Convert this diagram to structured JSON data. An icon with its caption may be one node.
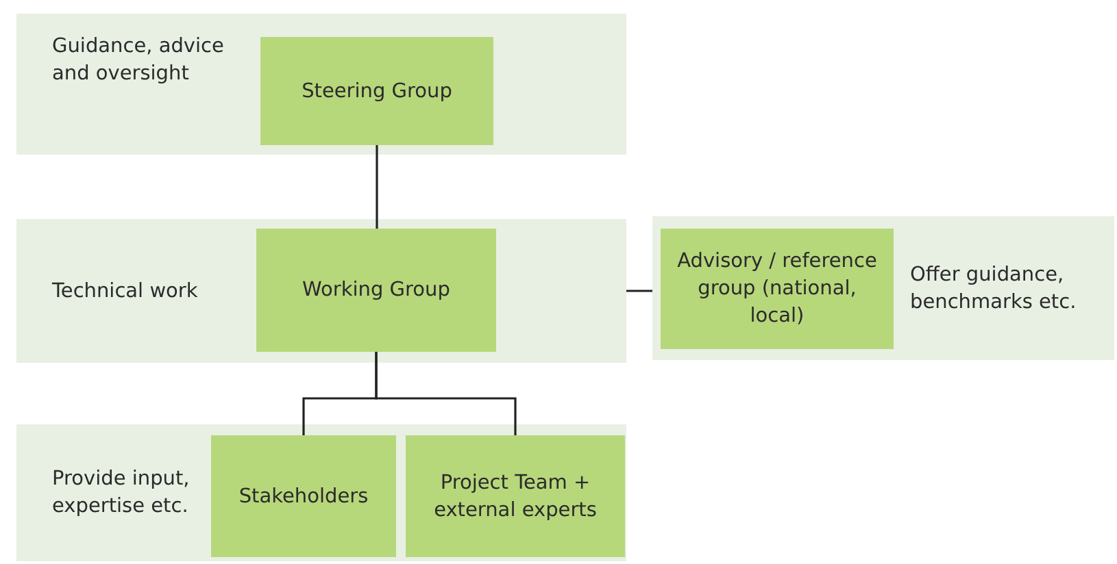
{
  "diagram": {
    "nodes": [
      {
        "text": [
          "Guidance, advice and oversight"
        ]
      },
      {
        "text": [
          "Steering Group"
        ],
        "in": 0
      },
      {
        "text": [
          "Technical work"
        ]
      },
      {
        "text": [
          "Working Group"
        ],
        "in": 2
      },
      {
        "text": [
          "Offer guidance, benchmarks etc."
        ]
      },
      {
        "text": [
          "Advisory / reference group (national, local)"
        ],
        "in": 4
      },
      {
        "text": [
          "Provide input, expertise etc."
        ]
      },
      {
        "text": [
          "Stakeholders"
        ],
        "in": 6
      },
      {
        "text": [
          "Project Team + external experts"
        ],
        "in": 6
      }
    ],
    "edges": [
      {
        "from": 1,
        "to": 3,
        "arrow": "none"
      },
      {
        "from": 2,
        "to": 4,
        "arrow": "none"
      },
      {
        "from": 3,
        "to": 7,
        "arrow": "none"
      },
      {
        "from": 3,
        "to": 8,
        "arrow": "none"
      }
    ]
  }
}
